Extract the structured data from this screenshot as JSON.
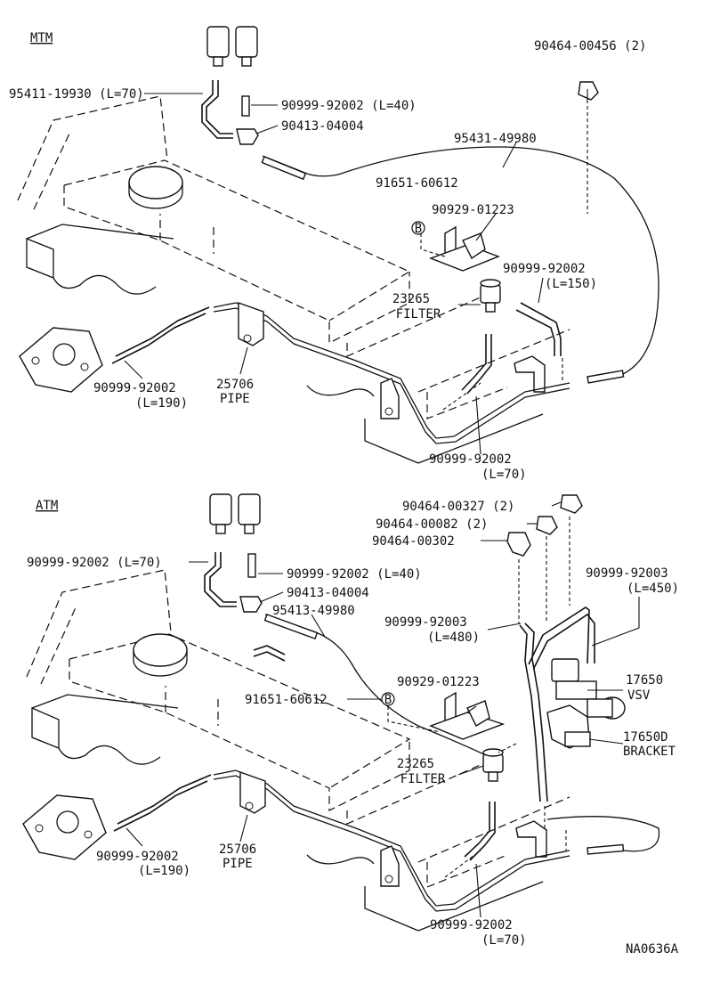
{
  "sections": {
    "mtm": {
      "title": "MTM",
      "labels": {
        "hose_95411": "95411-19930 (L=70)",
        "hose_40": "90999-92002 (L=40)",
        "joint_90413": "90413-04004",
        "clamp_90464": "90464-00456 (2)",
        "hose_95431": "95431-49980",
        "bolt_91651": "91651-60612",
        "bracket_90929": "90929-01223",
        "hose_150": "90999-92002",
        "hose_150_len": "(L=150)",
        "filter_no": "23265",
        "filter_name": "FILTER",
        "hose_190": "90999-92002",
        "hose_190_len": "(L=190)",
        "pipe_no": "25706",
        "pipe_name": "PIPE",
        "hose_70b": "90999-92002",
        "hose_70b_len": "(L=70)",
        "ref_b": "B"
      }
    },
    "atm": {
      "title": "ATM",
      "labels": {
        "hose_70a": "90999-92002 (L=70)",
        "hose_40": "90999-92002 (L=40)",
        "joint_90413": "90413-04004",
        "hose_95413": "95413-49980",
        "bolt_91651": "91651-60612",
        "ref_b": "B",
        "clamp_327": "90464-00327 (2)",
        "clamp_082": "90464-00082 (2)",
        "clamp_302": "90464-00302",
        "hose_480": "90999-92003",
        "hose_480_len": "(L=480)",
        "hose_450": "90999-92003",
        "hose_450_len": "(L=450)",
        "bracket_90929": "90929-01223",
        "vsv_no": "17650",
        "vsv_name": "VSV",
        "bracket_no": "17650D",
        "bracket_name": "BRACKET",
        "filter_no": "23265",
        "filter_name": "FILTER",
        "hose_190": "90999-92002",
        "hose_190_len": "(L=190)",
        "pipe_no": "25706",
        "pipe_name": "PIPE",
        "hose_70b": "90999-92002",
        "hose_70b_len": "(L=70)"
      }
    }
  },
  "figure_code": "NA0636A"
}
